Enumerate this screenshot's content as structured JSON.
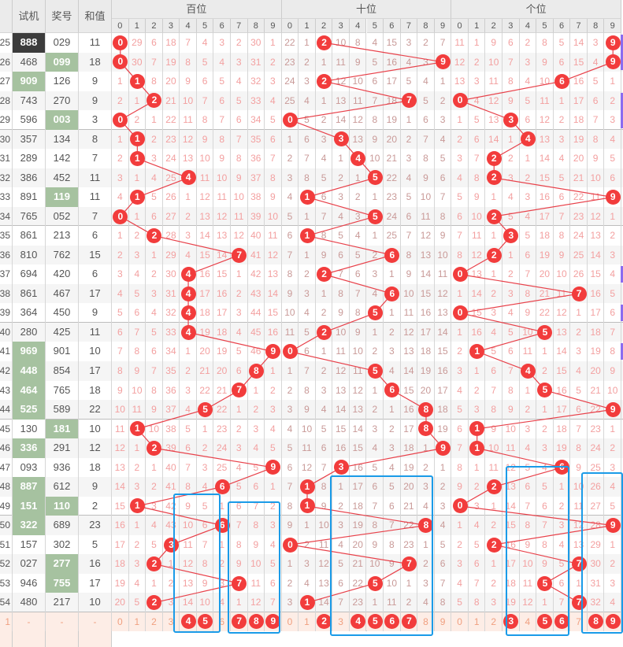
{
  "header": {
    "test_label": "试机",
    "draw_label": "奖号",
    "sum_label": "和值",
    "groups": [
      "百位",
      "十位",
      "个位"
    ],
    "digits": [
      "0",
      "1",
      "2",
      "3",
      "4",
      "5",
      "6",
      "7",
      "8",
      "9"
    ]
  },
  "colors": {
    "ball": "#f23c3c",
    "line": "#e8414a",
    "pair_highlight": "#a6c2a0",
    "triple_highlight": "#3c3c3c",
    "annotation": "#1a9be8"
  },
  "rows": [
    {
      "period": "25",
      "test": "888",
      "draw": "029",
      "sum": "11",
      "test_style": "dark"
    },
    {
      "period": "26",
      "test": "468",
      "draw": "099",
      "sum": "18",
      "draw_style": "green"
    },
    {
      "period": "27",
      "test": "909",
      "draw": "126",
      "sum": "9",
      "test_style": "green"
    },
    {
      "period": "28",
      "test": "743",
      "draw": "270",
      "sum": "9"
    },
    {
      "period": "29",
      "test": "596",
      "draw": "003",
      "sum": "3",
      "draw_style": "green"
    },
    {
      "period": "30",
      "test": "357",
      "draw": "134",
      "sum": "8"
    },
    {
      "period": "31",
      "test": "289",
      "draw": "142",
      "sum": "7"
    },
    {
      "period": "32",
      "test": "386",
      "draw": "452",
      "sum": "11"
    },
    {
      "period": "33",
      "test": "891",
      "draw": "119",
      "sum": "11",
      "draw_style": "green"
    },
    {
      "period": "34",
      "test": "765",
      "draw": "052",
      "sum": "7"
    },
    {
      "period": "35",
      "test": "861",
      "draw": "213",
      "sum": "6"
    },
    {
      "period": "36",
      "test": "810",
      "draw": "762",
      "sum": "15"
    },
    {
      "period": "37",
      "test": "694",
      "draw": "420",
      "sum": "6"
    },
    {
      "period": "38",
      "test": "861",
      "draw": "467",
      "sum": "17"
    },
    {
      "period": "39",
      "test": "364",
      "draw": "450",
      "sum": "9"
    },
    {
      "period": "40",
      "test": "280",
      "draw": "425",
      "sum": "11"
    },
    {
      "period": "41",
      "test": "969",
      "draw": "901",
      "sum": "10",
      "test_style": "green"
    },
    {
      "period": "42",
      "test": "448",
      "draw": "854",
      "sum": "17",
      "test_style": "green"
    },
    {
      "period": "43",
      "test": "464",
      "draw": "765",
      "sum": "18",
      "test_style": "green"
    },
    {
      "period": "44",
      "test": "525",
      "draw": "589",
      "sum": "22",
      "test_style": "green"
    },
    {
      "period": "45",
      "test": "130",
      "draw": "181",
      "sum": "10",
      "draw_style": "green"
    },
    {
      "period": "46",
      "test": "336",
      "draw": "291",
      "sum": "12",
      "test_style": "green"
    },
    {
      "period": "47",
      "test": "093",
      "draw": "936",
      "sum": "18"
    },
    {
      "period": "48",
      "test": "887",
      "draw": "612",
      "sum": "9",
      "test_style": "green"
    },
    {
      "period": "49",
      "test": "151",
      "draw": "110",
      "sum": "2",
      "test_style": "green",
      "draw_style": "green"
    },
    {
      "period": "50",
      "test": "322",
      "draw": "689",
      "sum": "23",
      "test_style": "green"
    },
    {
      "period": "51",
      "test": "157",
      "draw": "302",
      "sum": "5"
    },
    {
      "period": "52",
      "test": "027",
      "draw": "277",
      "sum": "16",
      "draw_style": "green"
    },
    {
      "period": "53",
      "test": "946",
      "draw": "755",
      "sum": "17",
      "draw_style": "green"
    },
    {
      "period": "54",
      "test": "480",
      "draw": "217",
      "sum": "10"
    }
  ],
  "omission_by_digit": [
    [
      [
        0,
        0,
        1,
        2,
        0,
        1,
        2,
        3,
        4,
        0,
        1,
        2,
        3,
        4,
        5,
        6,
        7,
        8,
        9,
        10,
        11,
        12,
        13,
        14,
        15,
        16,
        17,
        18,
        19,
        20
      ],
      [
        29,
        30,
        0,
        1,
        2,
        0,
        0,
        1,
        0,
        1,
        2,
        3,
        4,
        5,
        6,
        7,
        8,
        9,
        10,
        11,
        0,
        1,
        2,
        3,
        0,
        1,
        2,
        3,
        4,
        5
      ],
      [
        6,
        7,
        8,
        0,
        1,
        2,
        3,
        4,
        5,
        6,
        0,
        1,
        2,
        3,
        4,
        5,
        6,
        7,
        8,
        9,
        10,
        0,
        1,
        2,
        3,
        4,
        5,
        0,
        1,
        0
      ],
      [
        18,
        19,
        20,
        21,
        22,
        23,
        24,
        25,
        26,
        27,
        28,
        29,
        30,
        31,
        32,
        33,
        34,
        35,
        36,
        37,
        38,
        39,
        40,
        41,
        42,
        43,
        0,
        1,
        2,
        3
      ],
      [
        7,
        8,
        9,
        10,
        11,
        12,
        13,
        0,
        1,
        2,
        3,
        4,
        0,
        0,
        0,
        0,
        1,
        2,
        3,
        4,
        5,
        6,
        7,
        8,
        9,
        10,
        11,
        12,
        13,
        14
      ],
      [
        4,
        5,
        6,
        7,
        8,
        9,
        10,
        11,
        12,
        13,
        14,
        15,
        16,
        17,
        18,
        19,
        20,
        21,
        22,
        0,
        1,
        2,
        3,
        4,
        5,
        6,
        7,
        8,
        9,
        10
      ],
      [
        3,
        4,
        5,
        6,
        7,
        8,
        9,
        10,
        11,
        12,
        13,
        14,
        15,
        16,
        17,
        18,
        19,
        20,
        21,
        22,
        23,
        24,
        25,
        0,
        1,
        0,
        1,
        2,
        3,
        4
      ],
      [
        2,
        3,
        4,
        5,
        6,
        7,
        8,
        9,
        10,
        11,
        12,
        0,
        1,
        2,
        3,
        4,
        5,
        6,
        0,
        1,
        2,
        3,
        4,
        5,
        6,
        7,
        8,
        9,
        0,
        1
      ],
      [
        30,
        31,
        32,
        33,
        34,
        35,
        36,
        37,
        38,
        39,
        40,
        41,
        42,
        43,
        44,
        45,
        46,
        0,
        1,
        2,
        3,
        4,
        5,
        6,
        7,
        8,
        9,
        10,
        11,
        12
      ],
      [
        1,
        2,
        3,
        4,
        5,
        6,
        7,
        8,
        9,
        10,
        11,
        12,
        13,
        14,
        15,
        16,
        0,
        1,
        2,
        3,
        4,
        5,
        0,
        1,
        2,
        3,
        4,
        5,
        6,
        7
      ]
    ],
    [
      [
        22,
        23,
        24,
        25,
        0,
        1,
        2,
        3,
        4,
        5,
        6,
        7,
        8,
        9,
        10,
        11,
        0,
        1,
        2,
        3,
        4,
        5,
        6,
        7,
        8,
        9,
        0,
        1,
        2,
        3
      ],
      [
        1,
        2,
        3,
        4,
        5,
        6,
        7,
        8,
        0,
        1,
        0,
        1,
        2,
        3,
        4,
        5,
        6,
        7,
        8,
        9,
        10,
        11,
        12,
        0,
        0,
        1,
        2,
        3,
        4,
        0
      ],
      [
        0,
        1,
        0,
        1,
        2,
        3,
        4,
        5,
        6,
        7,
        8,
        9,
        0,
        1,
        2,
        0,
        1,
        2,
        3,
        4,
        5,
        6,
        7,
        8,
        9,
        10,
        11,
        12,
        13,
        14
      ],
      [
        10,
        11,
        12,
        13,
        14,
        0,
        1,
        2,
        3,
        4,
        5,
        6,
        7,
        8,
        9,
        10,
        11,
        12,
        13,
        14,
        15,
        16,
        0,
        1,
        2,
        3,
        4,
        5,
        6,
        7
      ],
      [
        8,
        9,
        10,
        11,
        12,
        13,
        0,
        1,
        2,
        3,
        4,
        5,
        6,
        7,
        8,
        9,
        10,
        11,
        12,
        13,
        14,
        15,
        16,
        17,
        18,
        19,
        20,
        21,
        22,
        23
      ],
      [
        4,
        5,
        6,
        7,
        8,
        9,
        10,
        0,
        1,
        0,
        1,
        2,
        3,
        4,
        0,
        1,
        2,
        0,
        1,
        2,
        3,
        4,
        5,
        6,
        7,
        8,
        9,
        10,
        0,
        1
      ],
      [
        15,
        16,
        17,
        18,
        19,
        20,
        21,
        22,
        23,
        24,
        25,
        0,
        1,
        0,
        1,
        2,
        3,
        4,
        0,
        1,
        2,
        3,
        4,
        5,
        6,
        7,
        8,
        9,
        10,
        11
      ],
      [
        3,
        4,
        5,
        0,
        1,
        2,
        3,
        4,
        5,
        6,
        7,
        8,
        9,
        10,
        11,
        12,
        13,
        14,
        15,
        16,
        17,
        18,
        19,
        20,
        21,
        22,
        23,
        0,
        1,
        2
      ],
      [
        2,
        3,
        4,
        5,
        6,
        7,
        8,
        9,
        10,
        11,
        12,
        13,
        14,
        15,
        16,
        17,
        18,
        19,
        20,
        0,
        0,
        1,
        2,
        3,
        4,
        0,
        1,
        2,
        3,
        4
      ],
      [
        7,
        0,
        1,
        2,
        3,
        4,
        5,
        6,
        7,
        8,
        9,
        10,
        11,
        12,
        13,
        14,
        15,
        16,
        17,
        18,
        19,
        0,
        1,
        2,
        3,
        4,
        5,
        6,
        7,
        8
      ]
    ],
    [
      [
        11,
        12,
        13,
        0,
        1,
        2,
        3,
        4,
        5,
        6,
        7,
        8,
        0,
        1,
        0,
        1,
        2,
        3,
        4,
        5,
        6,
        7,
        8,
        9,
        0,
        1,
        2,
        3,
        4,
        5
      ],
      [
        1,
        2,
        3,
        4,
        5,
        6,
        7,
        8,
        9,
        10,
        11,
        12,
        13,
        14,
        15,
        16,
        0,
        1,
        2,
        3,
        0,
        0,
        1,
        2,
        3,
        4,
        5,
        6,
        7,
        8
      ],
      [
        9,
        10,
        11,
        12,
        13,
        14,
        0,
        0,
        1,
        0,
        1,
        0,
        1,
        2,
        3,
        4,
        5,
        6,
        7,
        8,
        9,
        10,
        11,
        0,
        1,
        2,
        0,
        1,
        2,
        3
      ],
      [
        6,
        7,
        8,
        9,
        0,
        1,
        2,
        3,
        4,
        5,
        0,
        1,
        2,
        3,
        4,
        5,
        6,
        7,
        8,
        9,
        10,
        11,
        12,
        13,
        14,
        15,
        16,
        17,
        18,
        19
      ],
      [
        2,
        3,
        4,
        5,
        6,
        0,
        1,
        2,
        3,
        4,
        5,
        6,
        7,
        8,
        9,
        10,
        11,
        0,
        1,
        2,
        3,
        4,
        5,
        6,
        7,
        8,
        9,
        10,
        11,
        12
      ],
      [
        8,
        9,
        10,
        11,
        12,
        13,
        14,
        15,
        16,
        17,
        18,
        19,
        20,
        21,
        22,
        0,
        1,
        2,
        0,
        1,
        2,
        3,
        4,
        5,
        6,
        7,
        8,
        9,
        0,
        1
      ],
      [
        5,
        6,
        0,
        1,
        2,
        3,
        4,
        5,
        6,
        7,
        8,
        9,
        10,
        11,
        12,
        13,
        14,
        15,
        16,
        17,
        18,
        19,
        0,
        1,
        2,
        3,
        4,
        5,
        6,
        7
      ],
      [
        14,
        15,
        16,
        17,
        18,
        19,
        20,
        21,
        22,
        23,
        24,
        25,
        26,
        0,
        1,
        2,
        3,
        4,
        5,
        6,
        7,
        8,
        9,
        10,
        11,
        12,
        13,
        0,
        1,
        0
      ],
      [
        3,
        4,
        5,
        6,
        7,
        8,
        9,
        10,
        11,
        12,
        13,
        14,
        15,
        16,
        17,
        18,
        19,
        20,
        21,
        22,
        23,
        24,
        25,
        26,
        27,
        28,
        29,
        30,
        31,
        32
      ],
      [
        0,
        0,
        1,
        2,
        3,
        4,
        5,
        6,
        0,
        1,
        2,
        3,
        4,
        5,
        6,
        7,
        8,
        9,
        10,
        0,
        1,
        2,
        3,
        4,
        5,
        0,
        1,
        2,
        3,
        4
      ]
    ]
  ],
  "bottom_row": {
    "period": "1",
    "test": "-",
    "draw": "-",
    "sum": "-",
    "selected": [
      [
        "4",
        "5",
        "7",
        "8",
        "9"
      ],
      [
        "2",
        "4",
        "5",
        "6",
        "7"
      ],
      [
        "3",
        "5",
        "6",
        "8",
        "9"
      ]
    ]
  }
}
